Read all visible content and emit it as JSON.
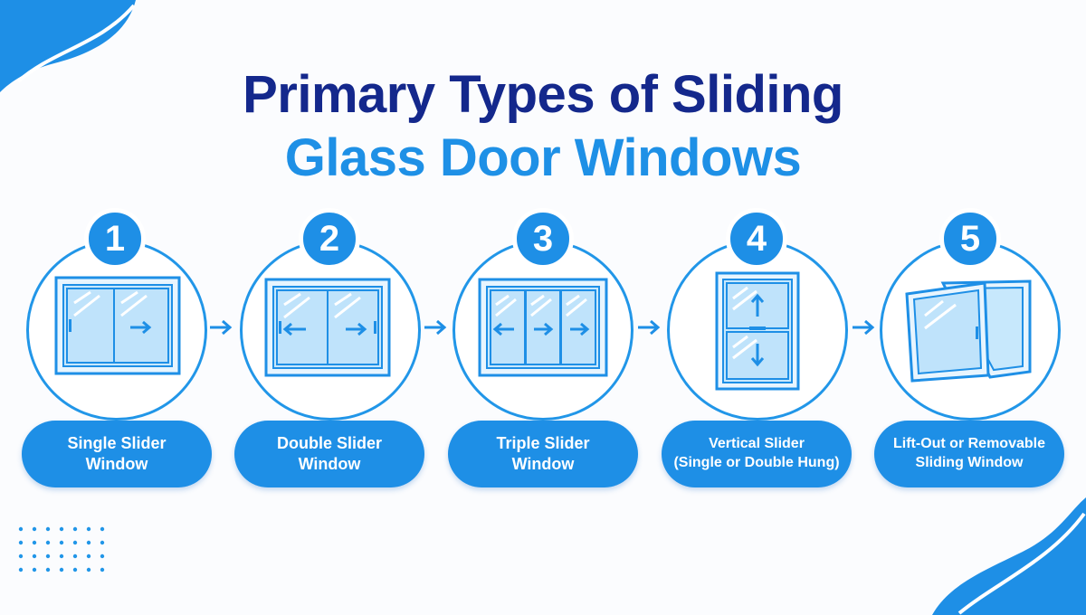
{
  "title": {
    "line1": "Primary Types of Sliding",
    "line2": "Glass Door Windows"
  },
  "items": [
    {
      "number": "1",
      "label_line1": "Single Slider",
      "label_line2": "Window",
      "icon": "single-slider-window-icon"
    },
    {
      "number": "2",
      "label_line1": "Double Slider",
      "label_line2": "Window",
      "icon": "double-slider-window-icon"
    },
    {
      "number": "3",
      "label_line1": "Triple Slider",
      "label_line2": "Window",
      "icon": "triple-slider-window-icon"
    },
    {
      "number": "4",
      "label_line1": "Vertical Slider",
      "label_line2": "(Single or Double Hung)",
      "icon": "vertical-slider-window-icon"
    },
    {
      "number": "5",
      "label_line1": "Lift-Out or Removable",
      "label_line2": "Sliding Window",
      "icon": "lift-out-window-icon"
    }
  ],
  "colors": {
    "navy": "#14288c",
    "blue": "#1e8fe6",
    "light_blue": "#bfe3fb",
    "background": "#fbfcfe"
  }
}
